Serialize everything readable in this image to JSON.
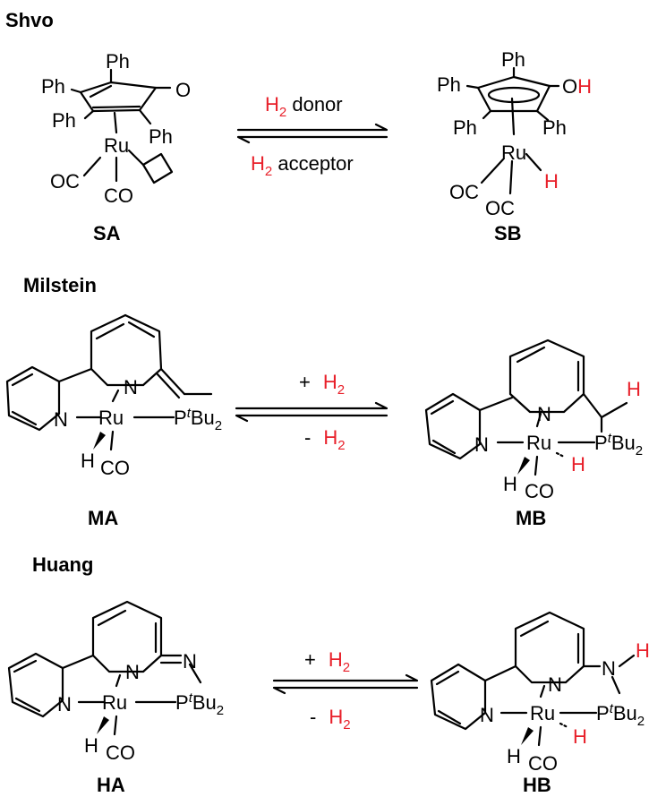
{
  "sections": {
    "shvo": {
      "heading": "Shvo",
      "left_label": "SA",
      "right_label": "SB",
      "arrow_top": {
        "h": "H",
        "sub": "2",
        "rest": " donor"
      },
      "arrow_bottom": {
        "h": "H",
        "sub": "2",
        "rest": " acceptor"
      }
    },
    "milstein": {
      "heading": "Milstein",
      "left_label": "MA",
      "right_label": "MB",
      "arrow_top": {
        "sign": "+",
        "h": "H",
        "sub": "2"
      },
      "arrow_bottom": {
        "sign": "-",
        "h": "H",
        "sub": "2"
      }
    },
    "huang": {
      "heading": "Huang",
      "left_label": "HA",
      "right_label": "HB",
      "arrow_top": {
        "sign": "+",
        "h": "H",
        "sub": "2"
      },
      "arrow_bottom": {
        "sign": "-",
        "h": "H",
        "sub": "2"
      }
    }
  },
  "atoms": {
    "ph": "Ph",
    "o": "O",
    "oh_o": "O",
    "oh_h": "H",
    "ru": "Ru",
    "co": "CO",
    "oc": "OC",
    "h": "H",
    "n": "N",
    "p": "P",
    "t": "t",
    "bu": "Bu",
    "two": "2"
  },
  "colors": {
    "highlight": "#e8202a",
    "ink": "#000000"
  }
}
